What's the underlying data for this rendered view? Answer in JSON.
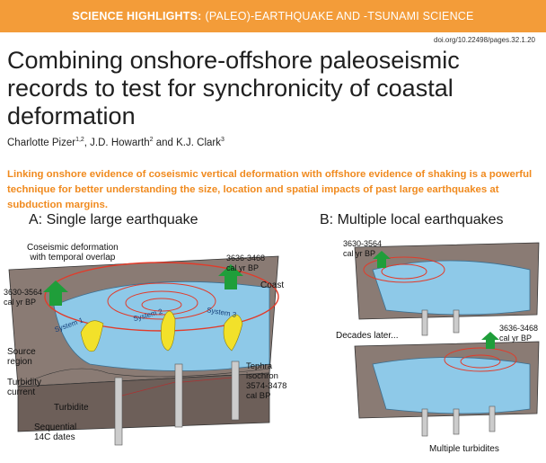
{
  "banner": {
    "bold": "SCIENCE HIGHLIGHTS:",
    "rest": "(PALEO)-EARTHQUAKE AND -TSUNAMI SCIENCE"
  },
  "doi": "doi.org/10.22498/pages.32.1.20",
  "title": "Combining onshore-offshore paleoseismic records to test for synchronicity of coastal deformation",
  "authors": {
    "a1": "Charlotte Pizer",
    "a1_sup": "1,2",
    "a2": ", J.D. Howarth",
    "a2_sup": "2",
    "a3": " and K.J. Clark",
    "a3_sup": "3"
  },
  "abstract": "Linking onshore evidence of coseismic vertical deformation with offshore evidence of shaking is a powerful technique for better understanding the size, location and spatial impacts of past large earthquakes at subduction margins.",
  "figure": {
    "panel_a": {
      "title": "A: Single large earthquake",
      "coseismic": "Coseismic deformation\nwith temporal overlap",
      "left_date": "3630-3564\ncal yr BP",
      "right_date": "3636-3468\ncal yr BP",
      "coast": "Coast",
      "source": "Source\nregion",
      "turbidity": "Turbidity\ncurrent",
      "turbidite": "Turbidite",
      "tephra": "Tephra\nisochron\n3574-3478\ncal BP",
      "sequential": "Sequential\n14C dates",
      "system1": "System 1",
      "system2": "System 2",
      "system3": "System 3"
    },
    "panel_b": {
      "title": "B: Multiple local earthquakes",
      "date_top": "3630-3564\ncal yr BP",
      "decades": "Decades later...",
      "date_bottom": "3636-3468\ncal yr BP",
      "multiple": "Multiple turbidites"
    }
  },
  "colors": {
    "banner": "#f39c39",
    "abstract": "#f08a1e",
    "water": "#8ec9e8",
    "land": "#8a7b74",
    "arrow": "#1f9e3a",
    "rupture": "#e23b2a",
    "turbidite": "#f2e12a"
  }
}
